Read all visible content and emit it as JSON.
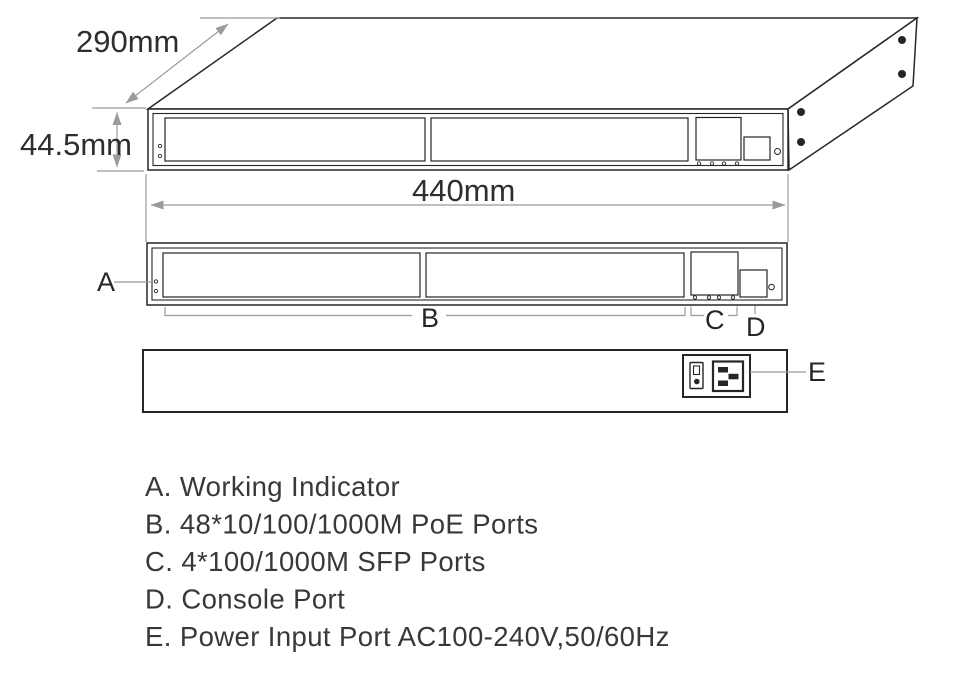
{
  "diagram": {
    "dimensions": {
      "depth": "290mm",
      "height": "44.5mm",
      "width": "440mm"
    },
    "callouts": {
      "a": "A",
      "b": "B",
      "c": "C",
      "d": "D",
      "e": "E"
    },
    "legend": {
      "items": [
        {
          "text": "A. Working Indicator"
        },
        {
          "text": "B. 48*10/100/1000M PoE Ports"
        },
        {
          "text": "C. 4*100/1000M SFP Ports"
        },
        {
          "text": "D. Console Port"
        },
        {
          "text": "E. Power Input Port AC100-240V,50/60Hz"
        }
      ]
    },
    "colors": {
      "line": "#262626",
      "dimension_line": "#9b9b9b",
      "text": "#383838",
      "background": "#ffffff"
    }
  }
}
